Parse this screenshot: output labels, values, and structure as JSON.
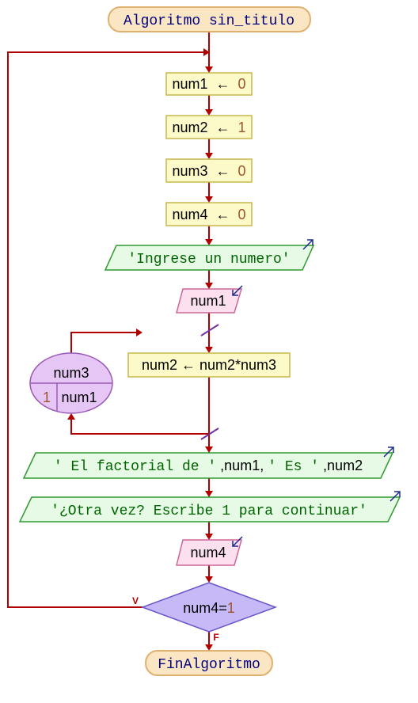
{
  "title": "Algoritmo sin_titulo",
  "end": "FinAlgoritmo",
  "assign1": {
    "var": "num1",
    "arrow": "←",
    "value": "0"
  },
  "assign2": {
    "var": "num2",
    "arrow": "←",
    "value": "1"
  },
  "assign3": {
    "var": "num3",
    "arrow": "←",
    "value": "0"
  },
  "assign4": {
    "var": "num4",
    "arrow": "←",
    "value": "0"
  },
  "output1": "'Ingrese un numero'",
  "input1": "num1",
  "loop": {
    "var": "num3",
    "start": "1",
    "end": "num1"
  },
  "loop_body": "num2 ← num2*num3",
  "output2": {
    "part1": "' El factorial de '",
    "part2": ",num1,",
    "part3": "' Es '",
    "part4": ",num2"
  },
  "output3": "'¿Otra vez? Escribe 1 para continuar'",
  "input2": "num4",
  "condition": {
    "left": "num4=",
    "right": "1"
  },
  "true_label": "V",
  "false_label": "F",
  "colors": {
    "flow": "#b00000",
    "terminator_fill": "#fbe6c4",
    "terminator_stroke": "#e0b070",
    "process_fill": "#fdfac9",
    "process_stroke": "#c9b84a",
    "output_fill": "#e6fae6",
    "output_stroke": "#2e9a2e",
    "input_fill": "#fce0f0",
    "input_stroke": "#cc6699",
    "loop_fill": "#e6c6f4",
    "loop_stroke": "#9b59b6",
    "decision_fill": "#c7b8f8",
    "decision_stroke": "#6a55c8",
    "keyword": "#000080",
    "number": "#a0522d",
    "string": "#006400"
  }
}
